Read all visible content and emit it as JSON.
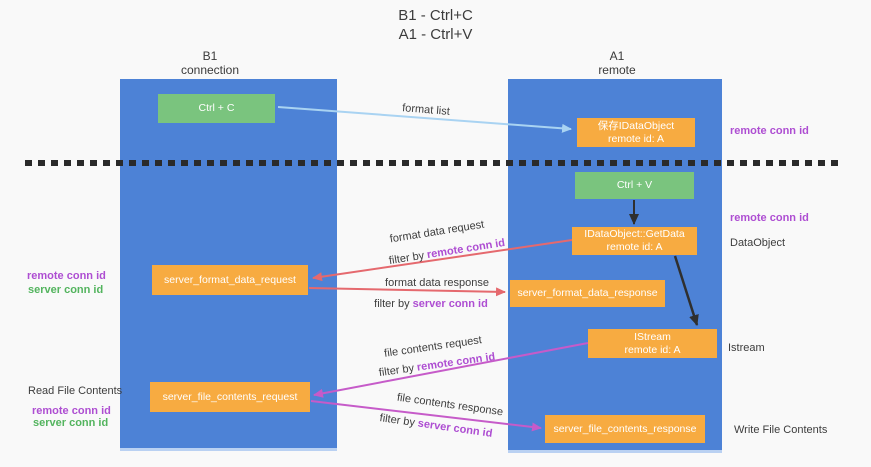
{
  "title": {
    "line1": "B1 - Ctrl+C",
    "line2": "A1 - Ctrl+V"
  },
  "columns": {
    "left": {
      "line1": "B1",
      "line2": "connection"
    },
    "right": {
      "line1": "A1",
      "line2": "remote"
    }
  },
  "nodes": {
    "ctrl_c": {
      "label": "Ctrl + C"
    },
    "ctrl_v": {
      "label": "Ctrl + V"
    },
    "save_idataobject": {
      "line1": "保存IDataObject",
      "line2": "remote id: A"
    },
    "getdata": {
      "line1": "IDataObject::GetData",
      "line2": "remote id: A"
    },
    "istream": {
      "line1": "IStream",
      "line2": "remote id: A"
    },
    "server_format_data_request": {
      "label": "server_format_data_request"
    },
    "server_format_data_response": {
      "label": "server_format_data_response"
    },
    "server_file_contents_request": {
      "label": "server_file_contents_request"
    },
    "server_file_contents_response": {
      "label": "server_file_contents_response"
    }
  },
  "edge_labels": {
    "format_list": "format list",
    "format_data_request": "format data request",
    "format_data_response": "format data response",
    "file_contents_request": "file contents request",
    "file_contents_response": "file contents response",
    "filter_by": "filter by",
    "remote_conn_id": "remote conn id",
    "server_conn_id": "server conn id"
  },
  "side_labels": {
    "left": {
      "remote_conn_id": "remote conn id",
      "server_conn_id": "server conn id",
      "read_file_contents": "Read File Contents",
      "remote_conn_id_2": "remote conn id",
      "server_conn_id_2": "server conn id"
    },
    "right": {
      "remote_conn_id_top": "remote conn id",
      "remote_conn_id_mid": "remote conn id",
      "dataobject": "DataObject",
      "istream": "Istream",
      "write_file_contents": "Write File Contents"
    }
  },
  "colors": {
    "column_blue": "#4d82d6",
    "node_orange": "#f7ab41",
    "node_green": "#7ac47e",
    "arrow_red": "#e5696e",
    "arrow_magenta": "#c65bc9",
    "arrow_lightblue": "#a9d3f2",
    "arrow_black": "#2f2f2f",
    "divider_black": "#2a2a2a",
    "text_purple": "#ae4ed2",
    "text_green": "#53b45e"
  }
}
